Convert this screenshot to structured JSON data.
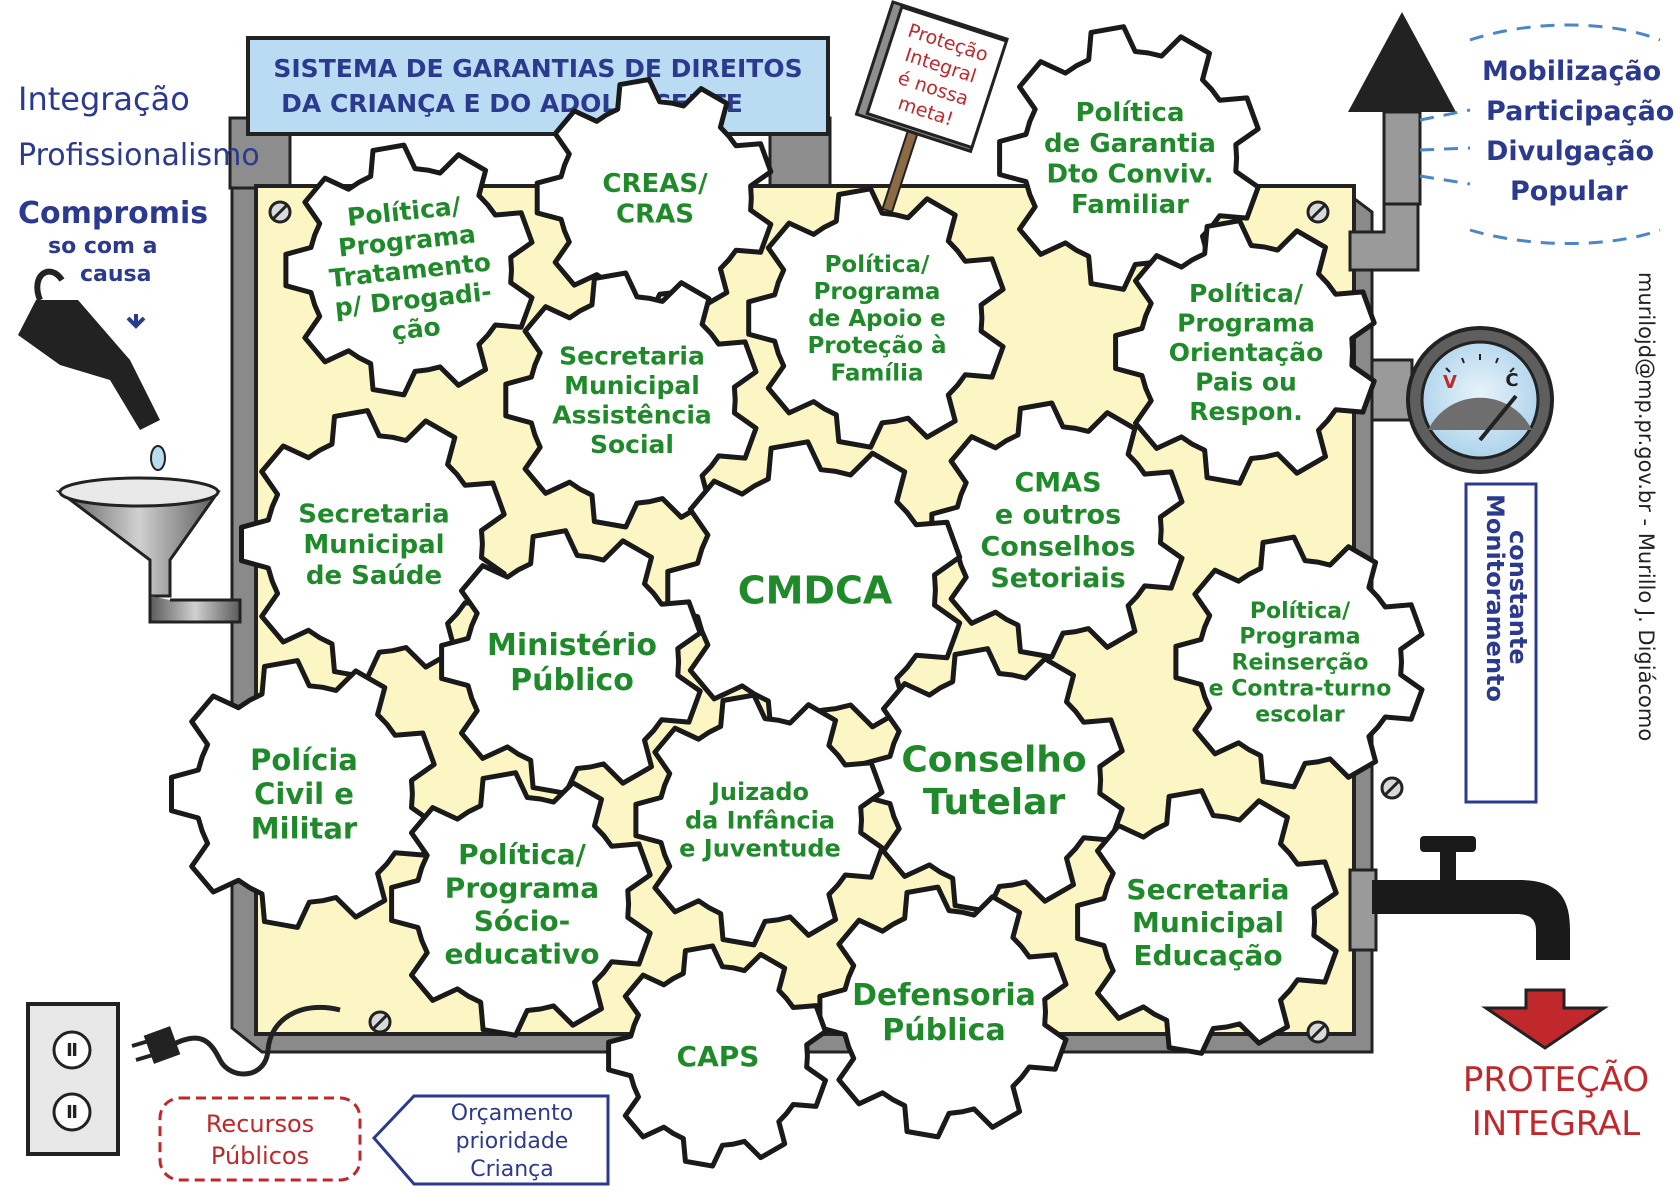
{
  "title": {
    "line1": "SISTEMA DE GARANTIAS DE DIREITOS",
    "line2": "DA CRIANÇA E DO ADOLESCENTE"
  },
  "left_values": {
    "item1": "Integração",
    "item2": "Profissionalismo",
    "item3_a": "Compromis",
    "item3_b": "so com a",
    "item3_c": "causa"
  },
  "sign": {
    "line1": "Proteção",
    "line2": "Integral",
    "line3": "é nossa",
    "line4": "meta!"
  },
  "right_values": {
    "line1": "Mobilização",
    "line2": "Participação",
    "line3": "Divulgação",
    "line4": "Popular"
  },
  "gauge": {
    "left_mark": "V",
    "right_mark": "C"
  },
  "monitoring": {
    "word1": "Monitoramento",
    "word2": "constante"
  },
  "credit": "murilojd@mp.pr.gov.br  -  Murillo J. Digiácomo",
  "output": {
    "line1": "PROTEÇÃO",
    "line2": "INTEGRAL"
  },
  "inputs": {
    "resources_line1": "Recursos",
    "resources_line2": "Públicos",
    "budget_line1": "Orçamento",
    "budget_line2": "prioridade",
    "budget_line3": "Criança"
  },
  "socket": {
    "plug1": "Ⅱ",
    "plug2": "Ⅱ"
  },
  "colors": {
    "panel": "#fbf6c4",
    "green_text": "#1f8a2a",
    "blue_text": "#2b3a8f",
    "red_text": "#c0282c",
    "metal": "#9a9a9a",
    "sky": "#b9dcf3"
  },
  "gears": [
    {
      "id": "drogadicao",
      "lines": [
        "Política/",
        "Programa",
        "Tratamento",
        "p/ Drogadi-",
        "ção"
      ]
    },
    {
      "id": "creas",
      "lines": [
        "CREAS/",
        "CRAS"
      ]
    },
    {
      "id": "convivencia",
      "lines": [
        "Política",
        "de Garantia",
        "Dto Conviv.",
        "Familiar"
      ]
    },
    {
      "id": "apoio-familia",
      "lines": [
        "Política/",
        "Programa",
        "de Apoio e",
        "Proteção à",
        "Família"
      ]
    },
    {
      "id": "orientacao-pais",
      "lines": [
        "Política/",
        "Programa",
        "Orientação",
        "Pais ou",
        "Respon."
      ]
    },
    {
      "id": "sec-assistencia",
      "lines": [
        "Secretaria",
        "Municipal",
        "Assistência",
        "Social"
      ]
    },
    {
      "id": "sec-saude",
      "lines": [
        "Secretaria",
        "Municipal",
        "de Saúde"
      ]
    },
    {
      "id": "cmas",
      "lines": [
        "CMAS",
        "e outros",
        "Conselhos",
        "Setoriais"
      ]
    },
    {
      "id": "cmdca",
      "lines": [
        "CMDCA"
      ]
    },
    {
      "id": "ministerio-publico",
      "lines": [
        "Ministério",
        "Público"
      ]
    },
    {
      "id": "reinsercao",
      "lines": [
        "Política/",
        "Programa",
        "Reinserção",
        "e Contra-turno",
        "escolar"
      ]
    },
    {
      "id": "policia",
      "lines": [
        "Polícia",
        "Civil e",
        "Militar"
      ]
    },
    {
      "id": "conselho-tutelar",
      "lines": [
        "Conselho",
        "Tutelar"
      ]
    },
    {
      "id": "juizado",
      "lines": [
        "Juizado",
        "da Infância",
        "e Juventude"
      ]
    },
    {
      "id": "socioeducativo",
      "lines": [
        "Política/",
        "Programa",
        "Sócio-",
        "educativo"
      ]
    },
    {
      "id": "sec-educacao",
      "lines": [
        "Secretaria",
        "Municipal",
        "Educação"
      ]
    },
    {
      "id": "defensoria",
      "lines": [
        "Defensoria",
        "Pública"
      ]
    },
    {
      "id": "caps",
      "lines": [
        "CAPS"
      ]
    }
  ]
}
